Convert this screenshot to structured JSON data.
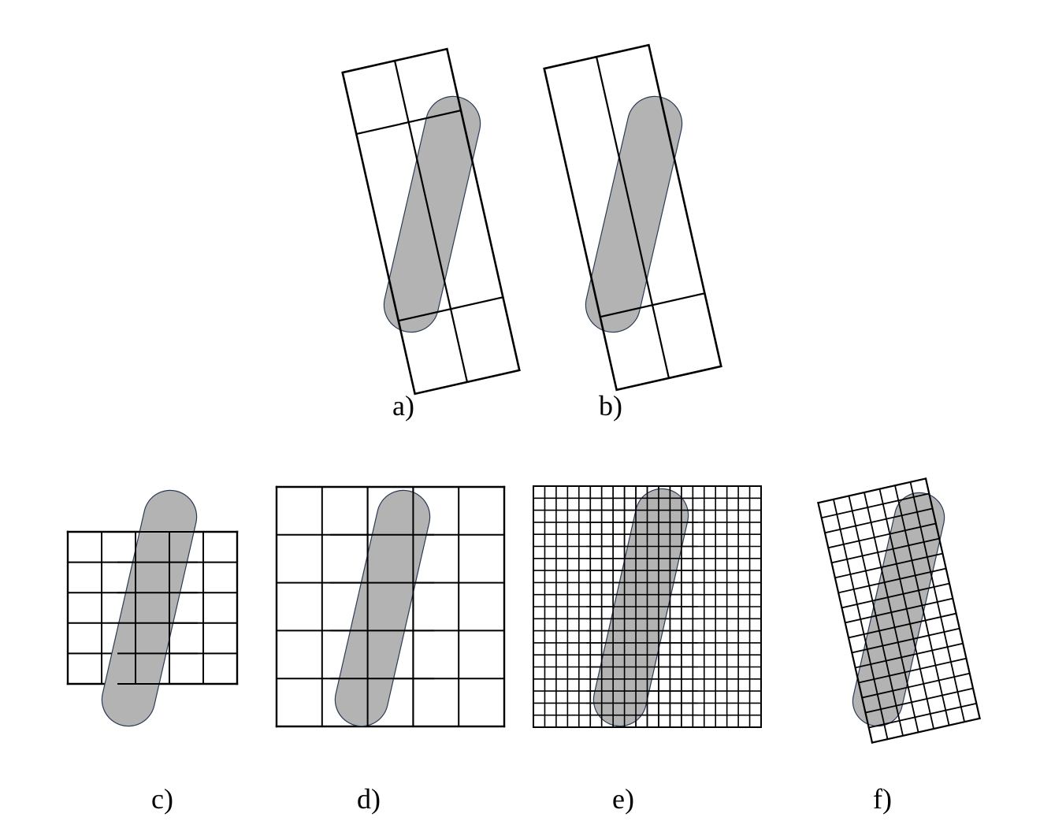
{
  "panels": [
    {
      "id": "a",
      "label": "a)"
    },
    {
      "id": "b",
      "label": "b)"
    },
    {
      "id": "c",
      "label": "c)"
    },
    {
      "id": "d",
      "label": "d)"
    },
    {
      "id": "e",
      "label": "e)"
    },
    {
      "id": "f",
      "label": "f)"
    }
  ],
  "colors": {
    "capsule_fill": "#b3b3b3",
    "capsule_stroke": "#2b3a55",
    "grid_stroke": "#000000",
    "background": "#ffffff"
  }
}
